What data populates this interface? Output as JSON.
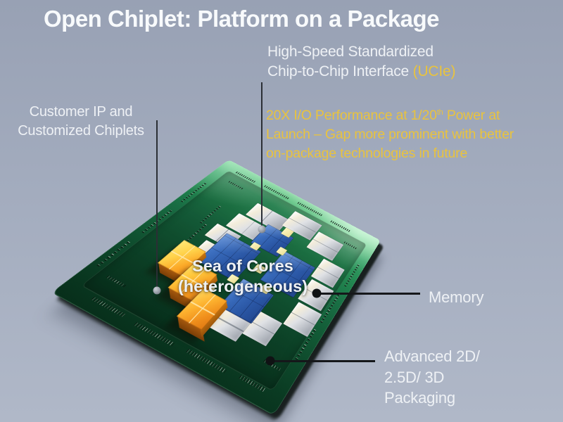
{
  "slide": {
    "title": "Open Chiplet: Platform on a Package",
    "colors": {
      "background_top": "#98a1b4",
      "background_bottom": "#b0b8c8",
      "title_white": "#f8fafc",
      "label_white": "#eef1f5",
      "accent_yellow": "#e9c33e",
      "leader_dark": "#2b2f35",
      "board_green": "#135c37",
      "die_blue": "#2a56a4",
      "die_blue_light": "#4a7fd0",
      "die_silver": "#d9dbdf",
      "chiplet_orange": "#f59c22",
      "bridge_yellow": "#ecdf96"
    },
    "annotations": {
      "interface": {
        "line1": "High-Speed Standardized",
        "line2_white": "Chip-to-Chip Interface ",
        "line2_accent": "(UCIe)"
      },
      "performance": {
        "line1_pre": "20X I/O Performance at 1/20",
        "line1_sup": "th",
        "line1_post": " Power at",
        "line2": "Launch – Gap more prominent with better",
        "line3": "on-package technologies in future"
      },
      "customer": {
        "line1": "Customer IP and",
        "line2": "Customized Chiplets"
      },
      "sea_of_cores": {
        "line1": "Sea of Cores",
        "line2": "(heterogeneous)"
      },
      "memory": {
        "label": "Memory"
      },
      "packaging": {
        "line1": "Advanced 2D/",
        "line2": "2.5D/ 3D",
        "line3": "Packaging"
      }
    }
  }
}
